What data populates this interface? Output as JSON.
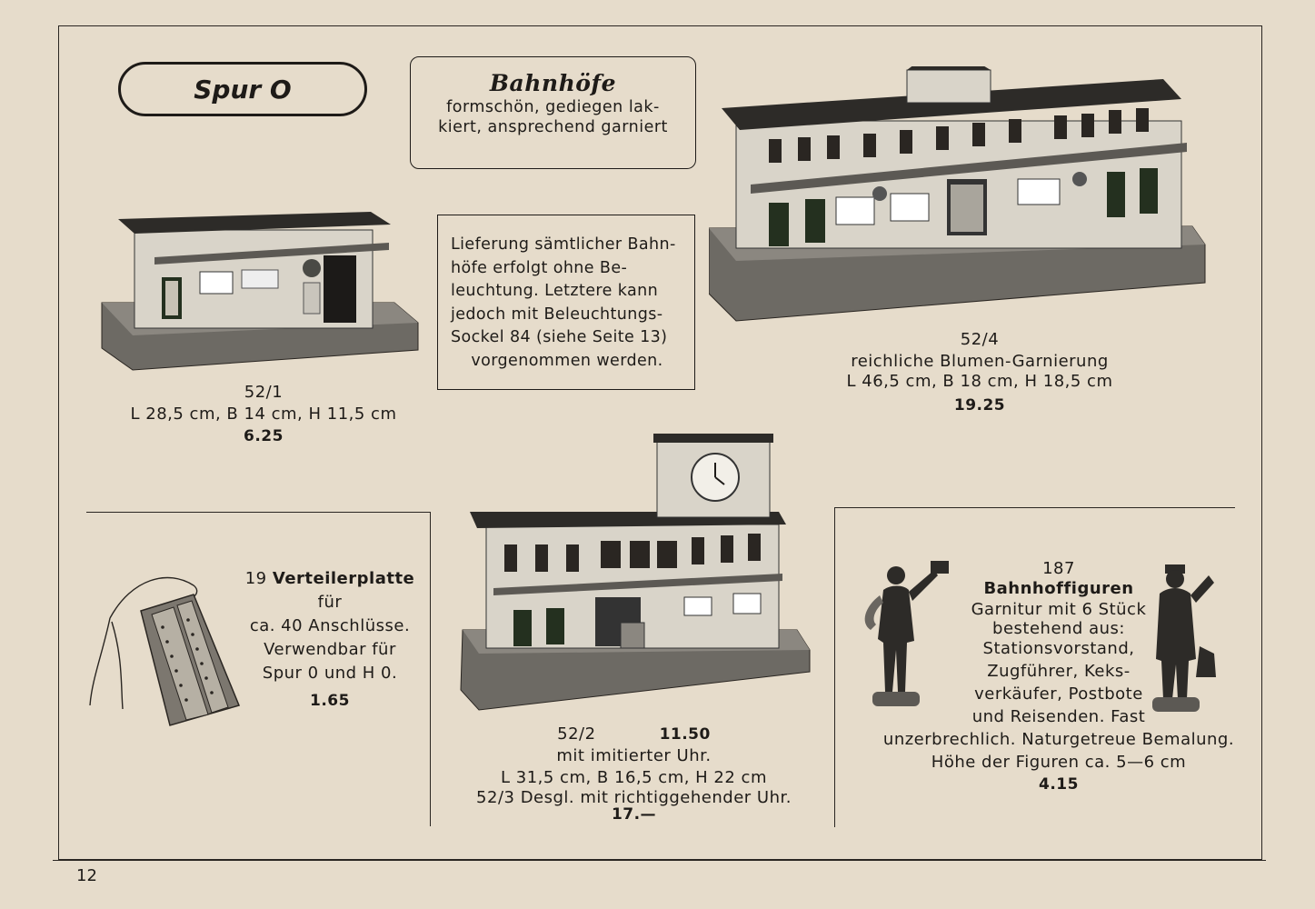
{
  "header": {
    "gauge_label": "Spur O",
    "category_title": "Bahnhöfe",
    "category_subtitle": [
      "formschön, gediegen lak-",
      "kiert, ansprechend garniert"
    ]
  },
  "notice": {
    "lines": [
      "Lieferung sämtlicher Bahn-",
      "höfe erfolgt ohne Be-",
      "leuchtung. Letztere kann",
      "jedoch mit Beleuchtungs-",
      "Sockel 84 (siehe Seite 13)",
      "vorgenommen werden."
    ]
  },
  "products": {
    "station_521": {
      "number": "52/1",
      "dimensions": "L 28,5 cm, B 14 cm, H 11,5 cm",
      "price": "6.25"
    },
    "station_524": {
      "number": "52/4",
      "feature": "reichliche Blumen-Garnierung",
      "dimensions": "L 46,5 cm, B 18 cm, H 18,5 cm",
      "price": "19.25"
    },
    "distributor_plate": {
      "number": "19",
      "name": "Verteilerplatte",
      "lines": [
        "für",
        "ca. 40 Anschlüsse.",
        "Verwendbar für",
        "Spur 0 und H 0."
      ],
      "price": "1.65"
    },
    "station_522": {
      "number": "52/2",
      "price": "11.50",
      "feature": "mit imitierter Uhr.",
      "dimensions": "L 31,5 cm, B 16,5 cm, H 22 cm",
      "variant": "52/3 Desgl. mit richtiggehender Uhr.",
      "variant_price": "17.—"
    },
    "figures_187": {
      "number": "187",
      "name": "Bahnhoffiguren",
      "lines": [
        "Garnitur mit 6 Stück",
        "bestehend aus:",
        "Stationsvorstand,",
        "Zugführer, Keks-",
        "verkäufer, Postbote",
        "und Reisenden. Fast",
        "unzerbrechlich. Naturgetreue Bemalung.",
        "Höhe der Figuren ca. 5—6 cm"
      ],
      "price": "4.15"
    }
  },
  "footer": {
    "page_number": "12"
  }
}
